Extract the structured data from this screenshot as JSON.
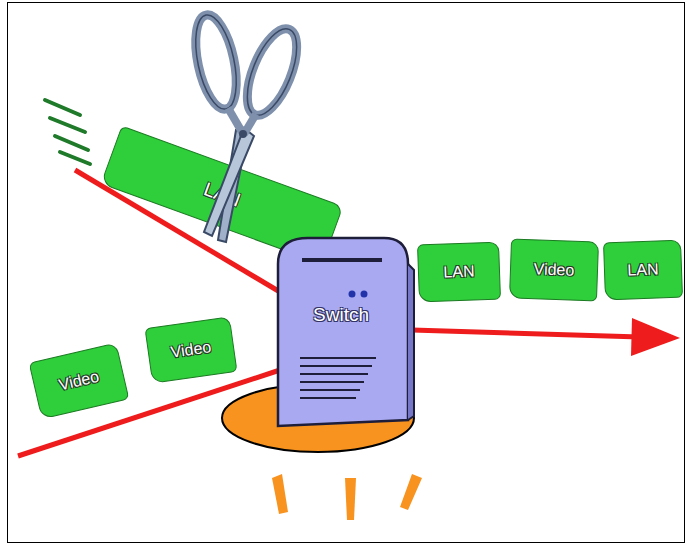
{
  "diagram": {
    "nodes": [
      {
        "text": [
          "LAN"
        ]
      },
      {
        "text": [
          "Switch"
        ]
      },
      {
        "text": [
          "LAN"
        ]
      },
      {
        "text": [
          "Video"
        ]
      },
      {
        "text": [
          "LAN"
        ]
      },
      {
        "text": [
          "Video"
        ]
      },
      {
        "text": [
          "Video"
        ]
      }
    ]
  }
}
